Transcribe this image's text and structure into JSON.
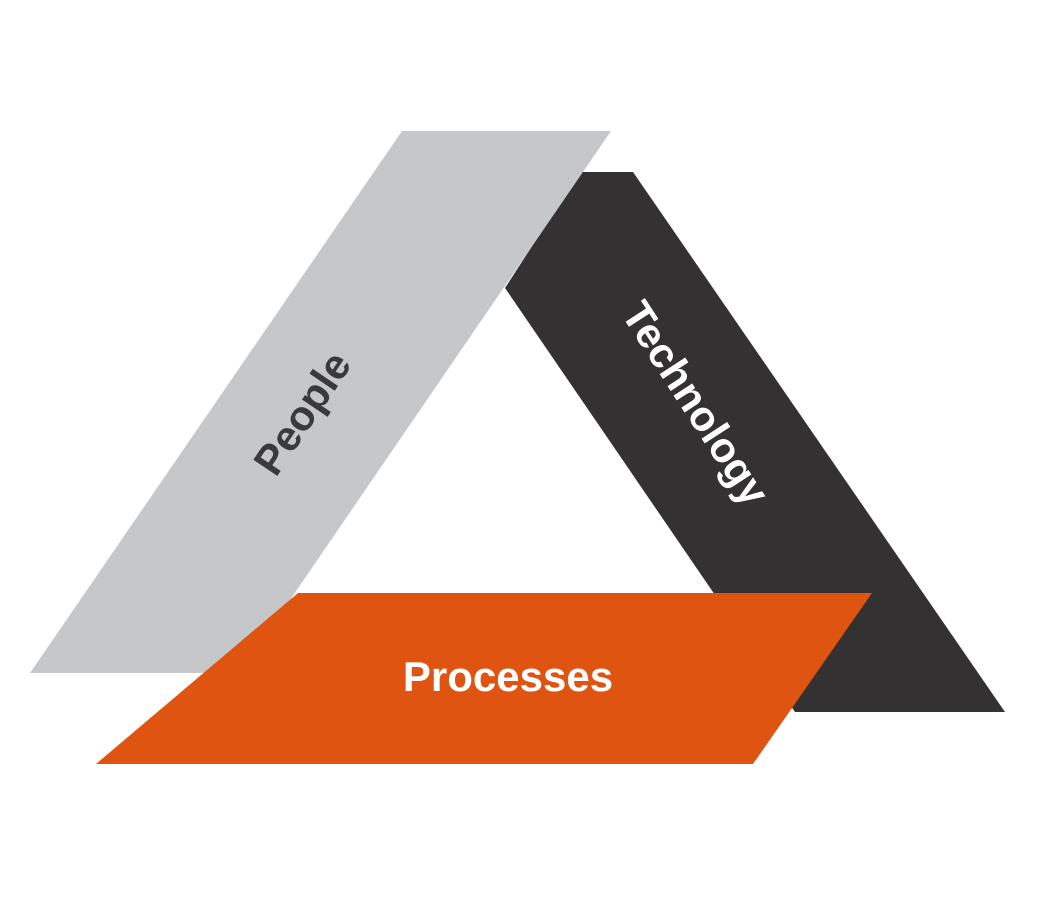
{
  "diagram": {
    "bands": {
      "people": {
        "label": "People",
        "fill": "#c6c7c9",
        "text_color": "#3a3a3c"
      },
      "technology": {
        "label": "Technology",
        "fill": "#333132",
        "text_color": "#ffffff"
      },
      "processes": {
        "label": "Processes",
        "fill": "#df5411",
        "text_color": "#ffffff"
      }
    }
  }
}
